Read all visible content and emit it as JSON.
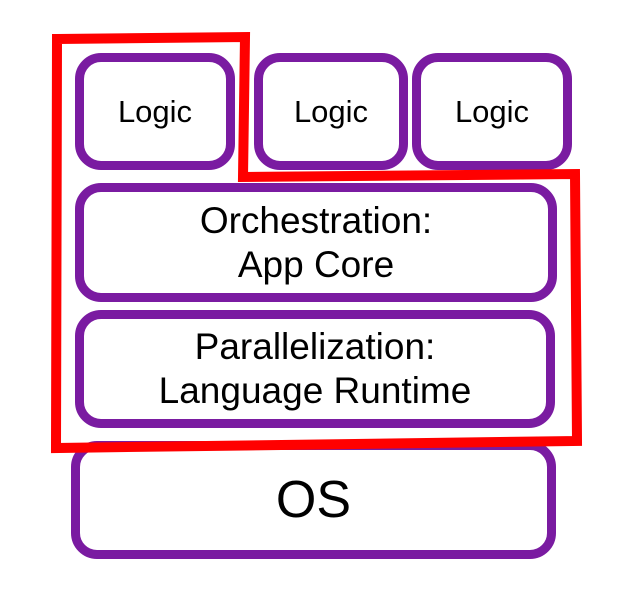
{
  "diagram": {
    "colors": {
      "purple": "#7A1BA1",
      "red": "#FF0000",
      "text": "#000000",
      "background": "#FFFFFF"
    },
    "boxes": [
      {
        "id": "logic-1",
        "label": "Logic"
      },
      {
        "id": "logic-2",
        "label": "Logic"
      },
      {
        "id": "logic-3",
        "label": "Logic"
      },
      {
        "id": "orchestration",
        "label": "Orchestration:\nApp Core"
      },
      {
        "id": "parallelization",
        "label": "Parallelization:\nLanguage Runtime"
      },
      {
        "id": "os",
        "label": "OS"
      }
    ]
  }
}
